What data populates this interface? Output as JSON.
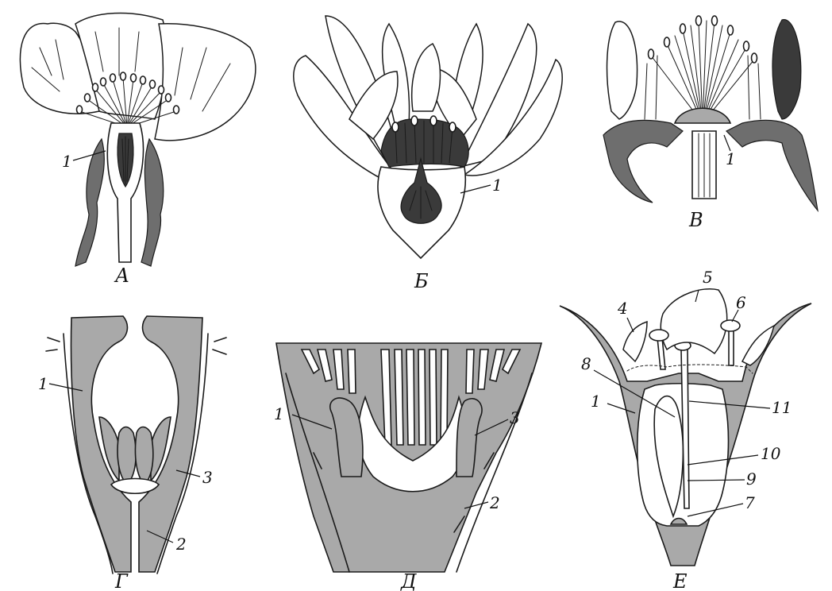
{
  "panels": {
    "a": {
      "letter": "А",
      "labels": {
        "l1": "1"
      }
    },
    "b": {
      "letter": "Б",
      "labels": {
        "l1": "1"
      }
    },
    "v": {
      "letter": "В",
      "labels": {
        "l1": "1"
      }
    },
    "g": {
      "letter": "Г",
      "labels": {
        "l1": "1",
        "l2": "2",
        "l3": "3"
      }
    },
    "d": {
      "letter": "Д",
      "labels": {
        "l1": "1",
        "l2": "2",
        "l3": "3"
      }
    },
    "e": {
      "letter": "Е",
      "labels": {
        "l1": "1",
        "l4": "4",
        "l5": "5",
        "l6": "6",
        "l7": "7",
        "l8": "8",
        "l9": "9",
        "l10": "10",
        "l11": "11"
      }
    }
  }
}
